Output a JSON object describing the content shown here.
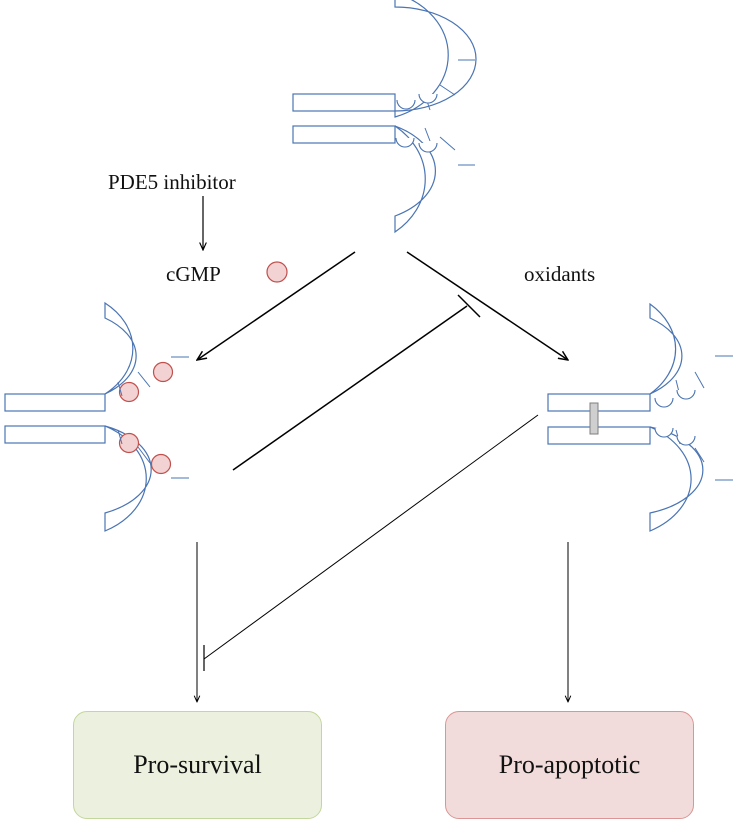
{
  "labels": {
    "pde5_inhibitor": "PDE5 inhibitor",
    "cgmp": "cGMP",
    "oxidants": "oxidants"
  },
  "outcomes": {
    "pro_survival": "Pro-survival",
    "pro_apoptotic": "Pro-apoptotic"
  },
  "colors": {
    "channel_outline": "#4a74b3",
    "cgmp_fill": "#f2d2d2",
    "cgmp_stroke": "#c0504d",
    "oxidized_bar_fill": "#cfcfcf",
    "arrow": "#000000",
    "pro_survival_fill": "#ebf1de",
    "pro_survival_border": "#c3d69b",
    "pro_apoptotic_fill": "#f2dcdb",
    "pro_apoptotic_border": "#d99694"
  }
}
